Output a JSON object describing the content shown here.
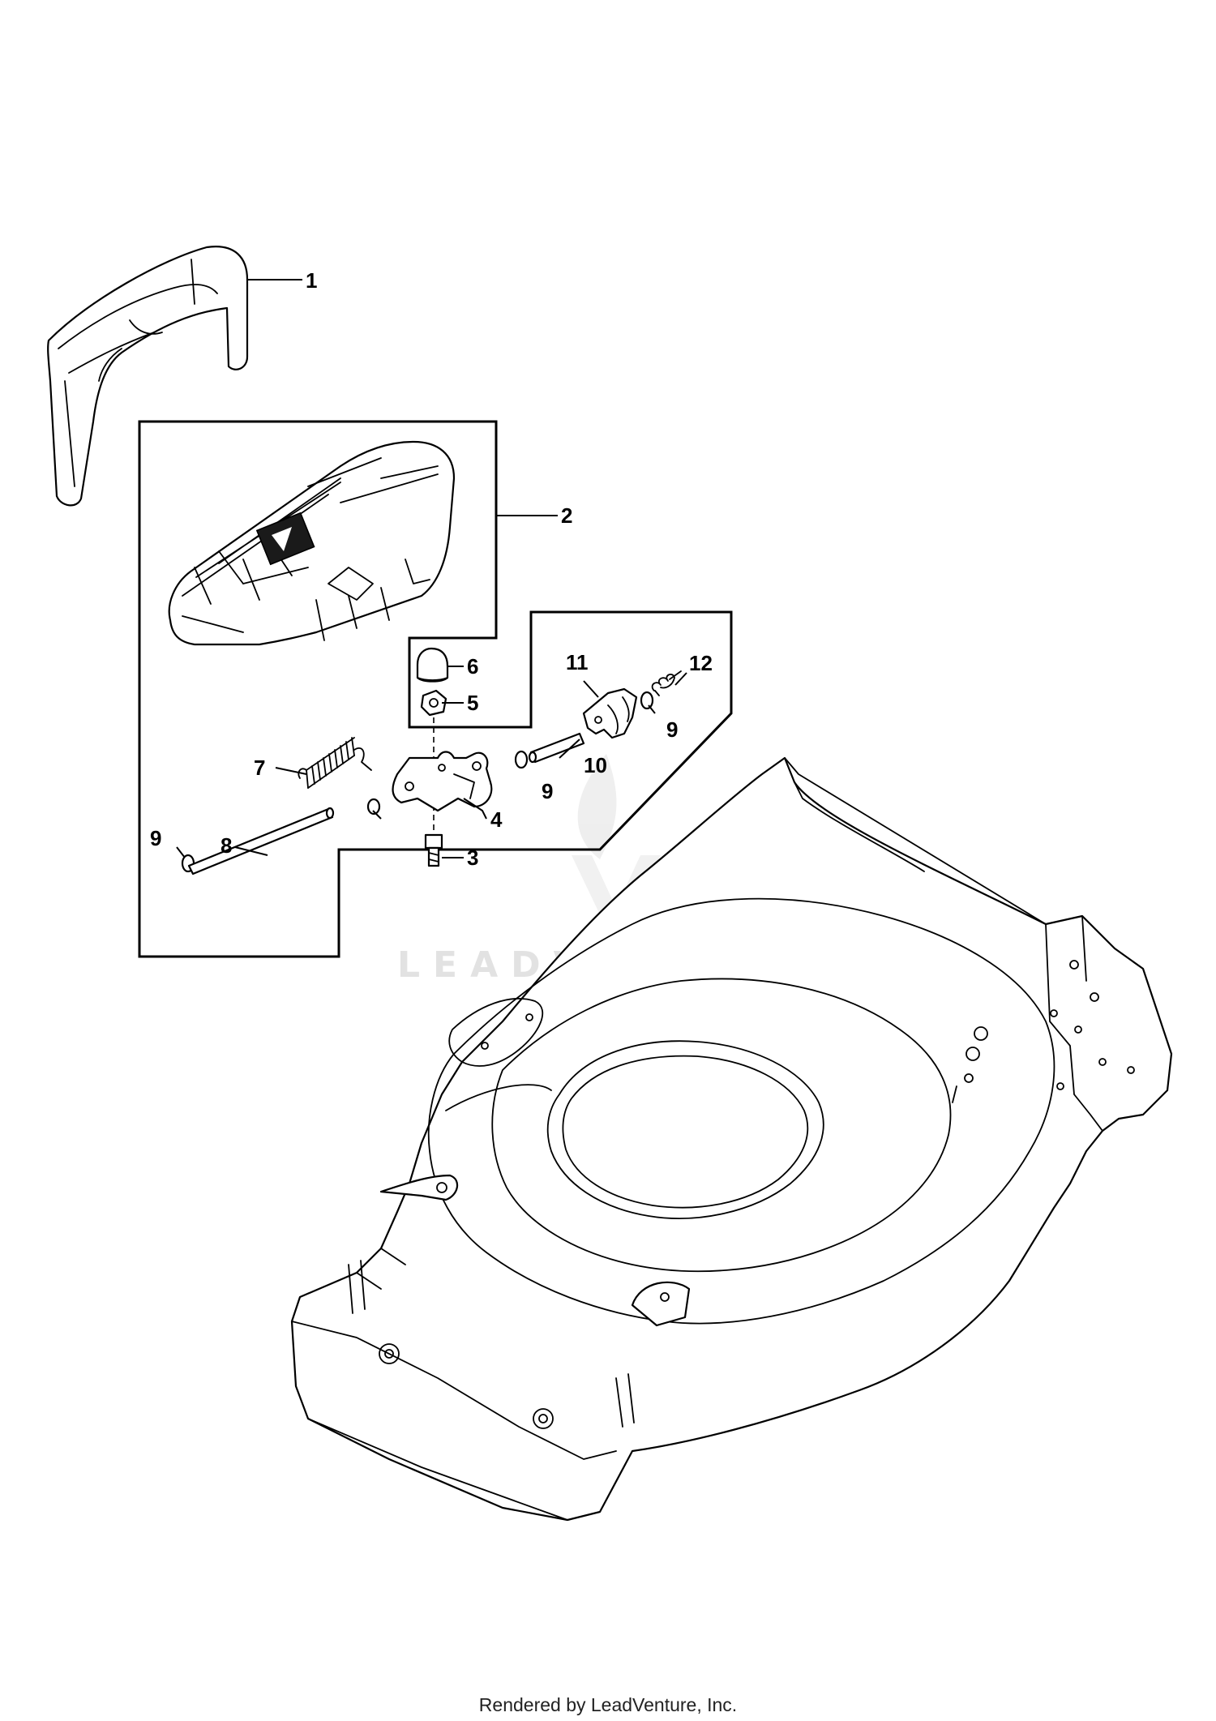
{
  "watermark": "LEADVENTURE",
  "footer": "Rendered by LeadVenture, Inc.",
  "callouts": {
    "c1": "1",
    "c2": "2",
    "c3": "3",
    "c4": "4",
    "c5": "5",
    "c6": "6",
    "c7": "7",
    "c8": "8",
    "c9a": "9",
    "c9b": "9",
    "c9c": "9",
    "c10": "10",
    "c11": "11",
    "c12": "12"
  }
}
